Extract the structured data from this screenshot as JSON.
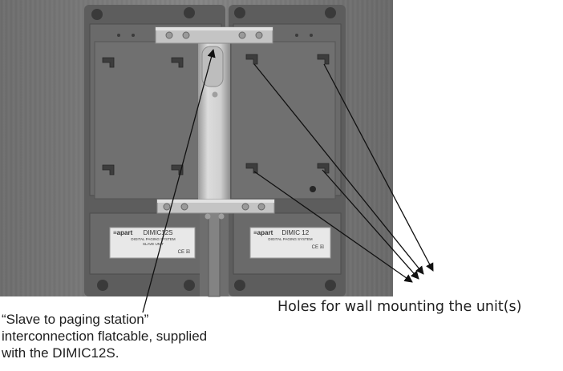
{
  "annotations": {
    "cable_lines": [
      "“Slave to paging station”",
      "interconnection flatcable, supplied",
      "with the DIMIC12S."
    ],
    "holes_label": "Holes for wall mounting the unit(s)"
  },
  "units": [
    {
      "brand": "≡apart",
      "model": "DIMIC12S",
      "subtitle": "DIGITAL PAGING SYSTEM",
      "note": "SLAVE UNIT",
      "mark": "CE ☒"
    },
    {
      "brand": "≡apart",
      "model": "DIMIC 12",
      "subtitle": "DIGITAL PAGING SYSTEM",
      "note": "",
      "mark": "CE ☒"
    }
  ],
  "colors": {
    "wall": "#7c7c7c",
    "housing": "#666666",
    "bracket": "#c8c8c8",
    "label_plate": "#eaeaea",
    "arrow": "#111111",
    "text": "#1e1e1e"
  }
}
